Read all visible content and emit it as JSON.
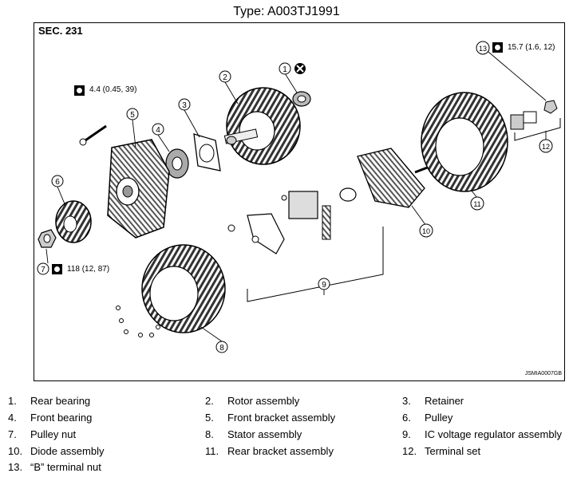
{
  "header": {
    "title": "Type: A003TJ1991"
  },
  "diagram": {
    "section": "SEC. 231",
    "figure_code": "JSMIA0007GB",
    "torques": [
      {
        "value": "4.4 (0.45, 39)"
      },
      {
        "value": "118 (12, 87)",
        "callout": "7"
      },
      {
        "value": "15.7 (1.6, 12)",
        "callout": "13"
      }
    ],
    "callouts": [
      "1",
      "2",
      "3",
      "4",
      "5",
      "6",
      "7",
      "8",
      "9",
      "10",
      "11",
      "12",
      "13"
    ]
  },
  "legend": [
    {
      "num": "1.",
      "label": "Rear bearing"
    },
    {
      "num": "2.",
      "label": "Rotor assembly"
    },
    {
      "num": "3.",
      "label": "Retainer"
    },
    {
      "num": "4.",
      "label": "Front bearing"
    },
    {
      "num": "5.",
      "label": "Front bracket assembly"
    },
    {
      "num": "6.",
      "label": "Pulley"
    },
    {
      "num": "7.",
      "label": "Pulley nut"
    },
    {
      "num": "8.",
      "label": "Stator assembly"
    },
    {
      "num": "9.",
      "label": "IC voltage regulator assembly"
    },
    {
      "num": "10.",
      "label": "Diode assembly"
    },
    {
      "num": "11.",
      "label": "Rear bracket assembly"
    },
    {
      "num": "12.",
      "label": "Terminal set"
    },
    {
      "num": "13.",
      "label": "“B” terminal nut"
    }
  ]
}
